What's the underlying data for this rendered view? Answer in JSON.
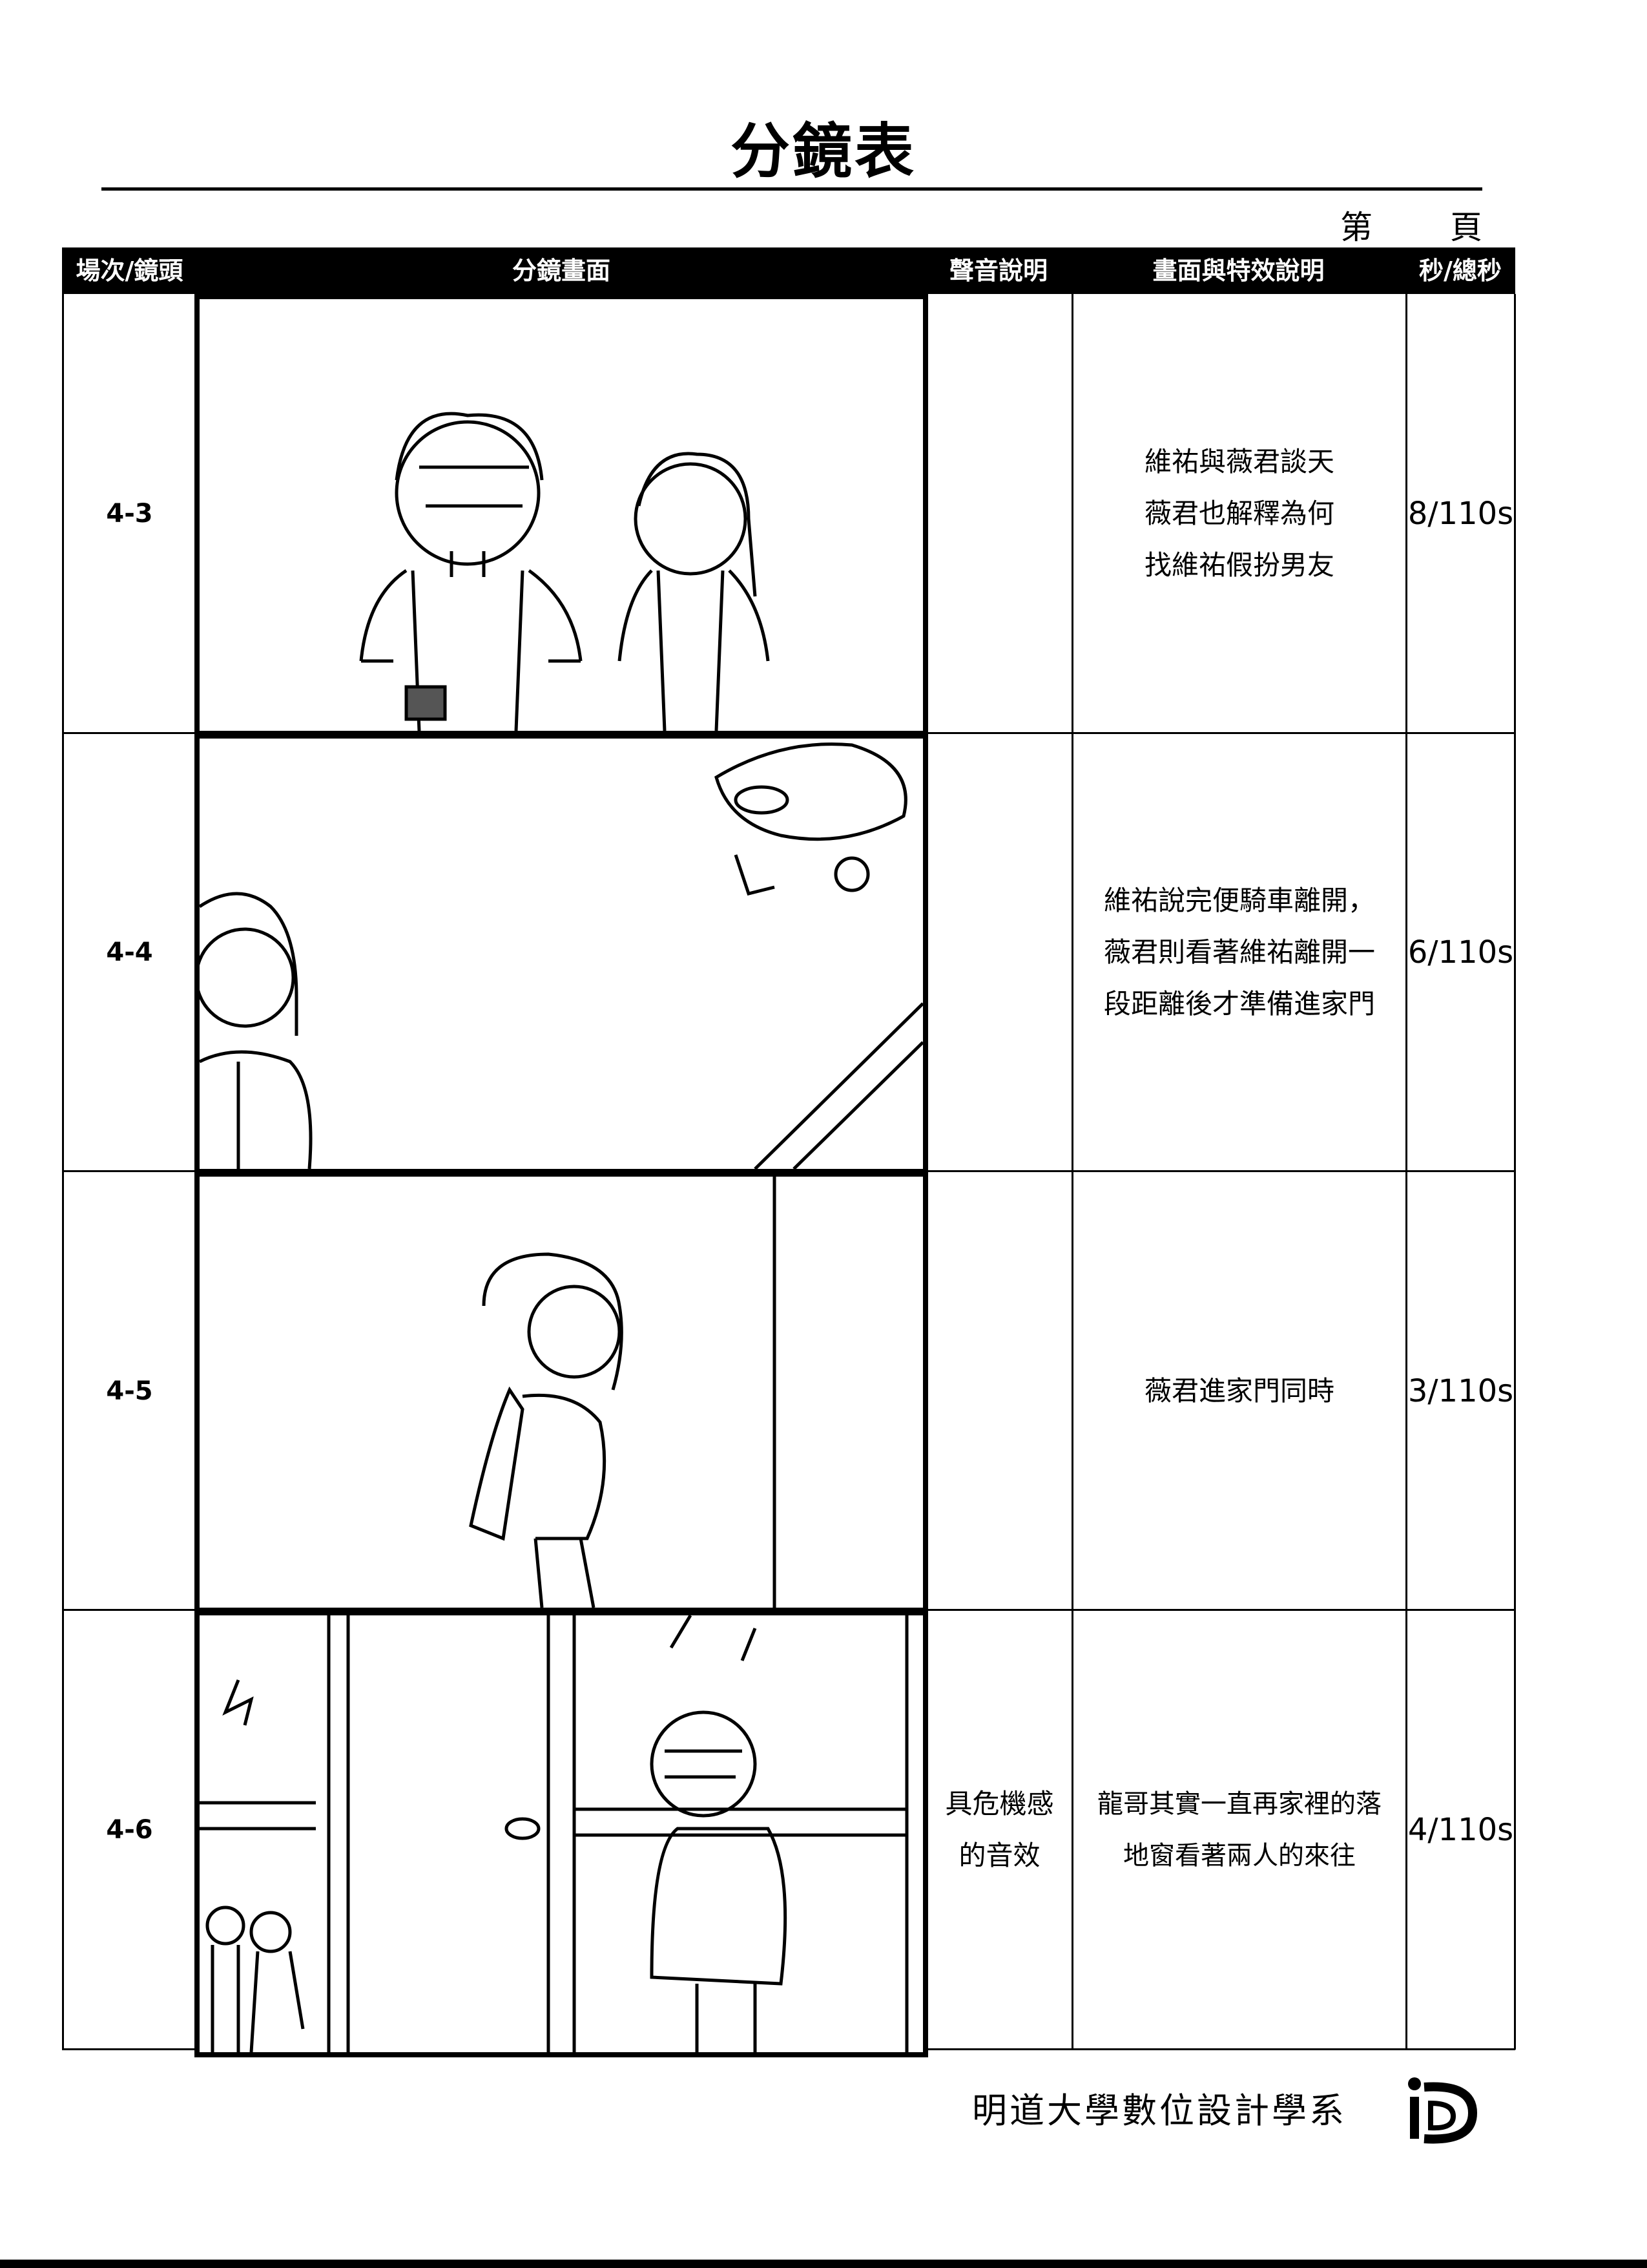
{
  "title": "分鏡表",
  "page_label": {
    "prefix": "第",
    "suffix": "頁"
  },
  "table": {
    "headers": [
      "場次/鏡頭",
      "分鏡畫面",
      "聲音說明",
      "畫面與特效說明",
      "秒/總秒"
    ],
    "rows": [
      {
        "shot": "4-3",
        "sound": [],
        "description": [
          "維祐與薇君談天",
          "薇君也解釋為何",
          "找維祐假扮男友"
        ],
        "seconds": "8/110s"
      },
      {
        "shot": "4-4",
        "sound": [],
        "description": [
          "維祐說完便騎車離開，",
          "薇君則看著維祐離開一",
          "段距離後才準備進家門"
        ],
        "seconds": "6/110s"
      },
      {
        "shot": "4-5",
        "sound": [],
        "description": [
          "薇君進家門同時"
        ],
        "seconds": "3/110s"
      },
      {
        "shot": "4-6",
        "sound": [
          "具危機感",
          "的音效"
        ],
        "description": [
          "龍哥其實一直再家裡的落",
          "地窗看著兩人的來往"
        ],
        "seconds": "4/110s"
      }
    ]
  },
  "footer": {
    "institution": "明道大學數位設計學系",
    "logo_text": "D"
  }
}
